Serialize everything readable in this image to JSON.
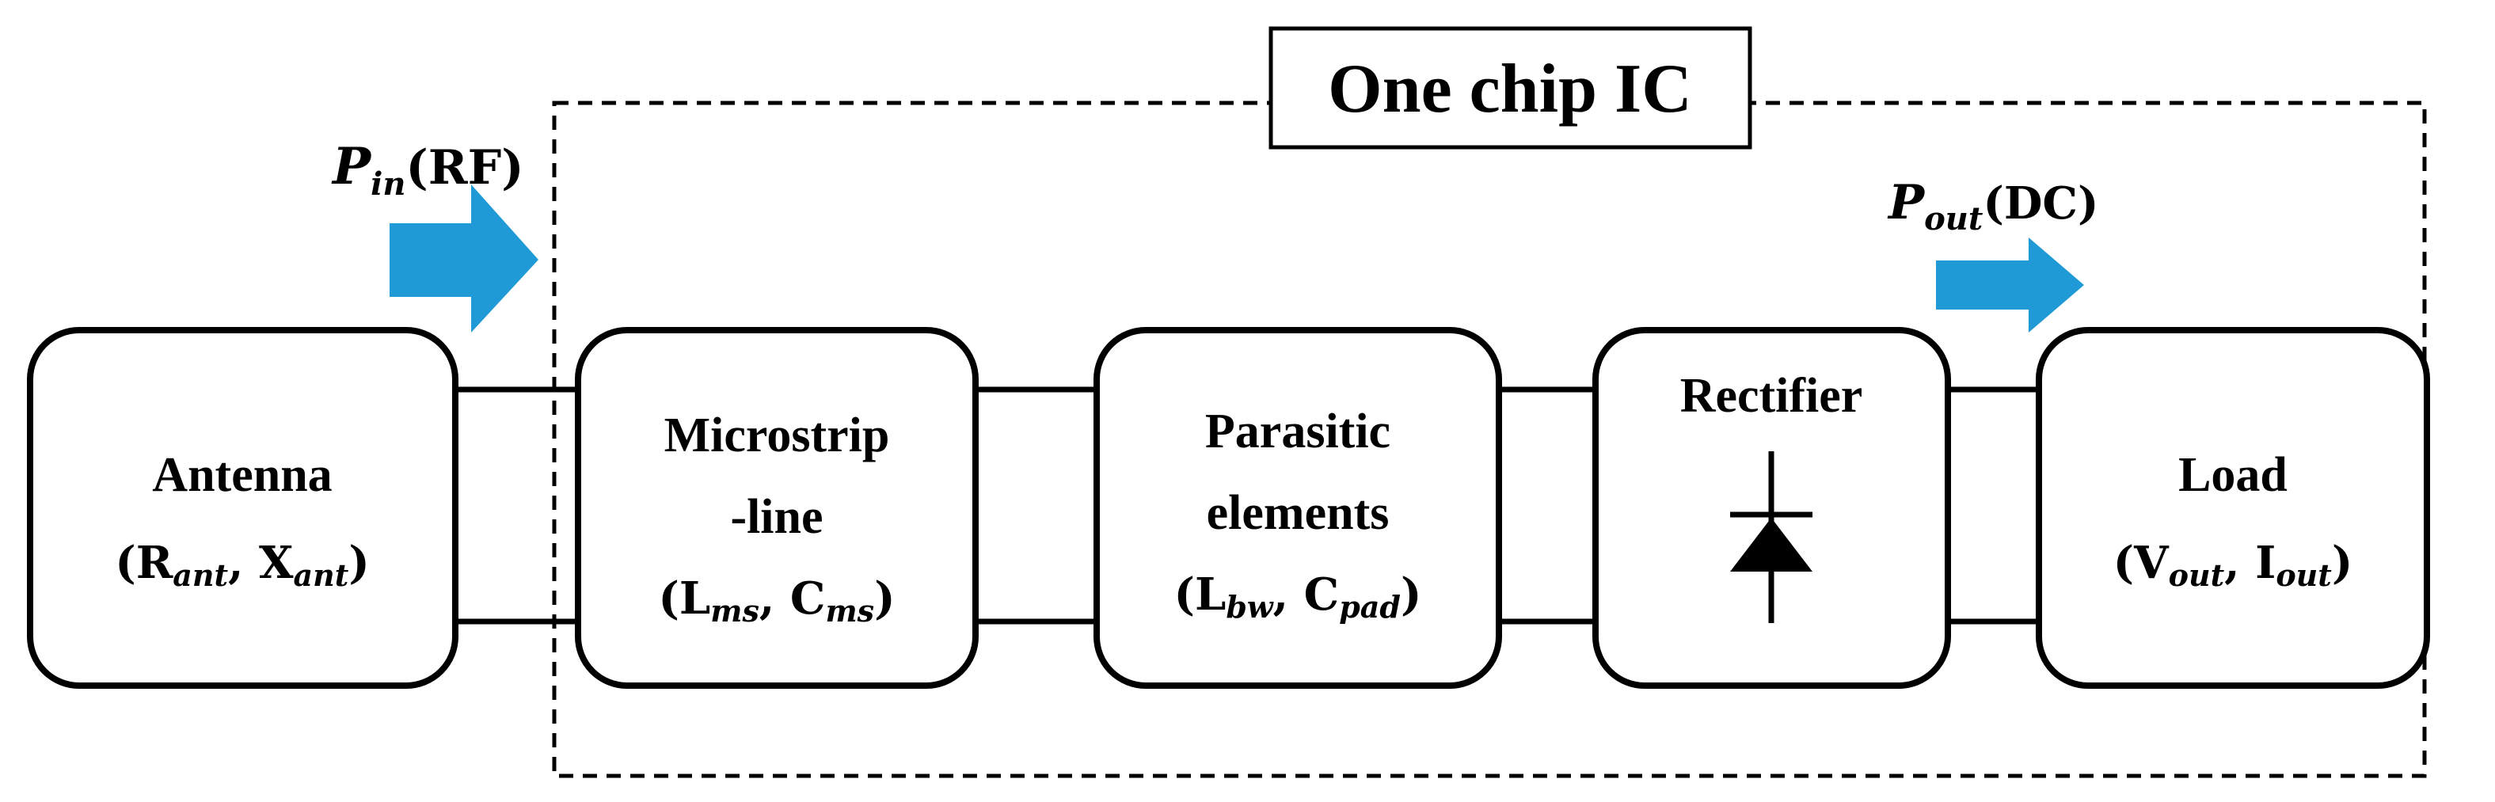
{
  "chip": {
    "label": "One chip IC"
  },
  "power_in": {
    "symbol": "P",
    "sub": "in",
    "paren": "(RF)"
  },
  "power_out": {
    "symbol": "P",
    "sub": "out",
    "paren": "(DC)"
  },
  "blocks": {
    "antenna": {
      "line1": "Antenna",
      "p1": "R",
      "s1": "ant",
      "p2": "X",
      "s2": "ant"
    },
    "microstrip": {
      "line1": "Microstrip",
      "line2": "-line",
      "p1": "L",
      "s1": "ms",
      "p2": "C",
      "s2": "ms"
    },
    "parasitic": {
      "line1": "Parasitic",
      "line2": "elements",
      "p1": "L",
      "s1": "bw",
      "p2": "C",
      "s2": "pad"
    },
    "rectifier": {
      "line1": "Rectifier"
    },
    "load": {
      "line1": "Load",
      "p1": "V",
      "s1": "out",
      "p2": "I",
      "s2": "out"
    }
  },
  "colors": {
    "arrow": "#1f9ad6",
    "stroke": "#000000",
    "background": "#ffffff"
  },
  "icons": {
    "rectifier_symbol": "diode-icon",
    "flow_arrow": "right-arrow-icon"
  }
}
